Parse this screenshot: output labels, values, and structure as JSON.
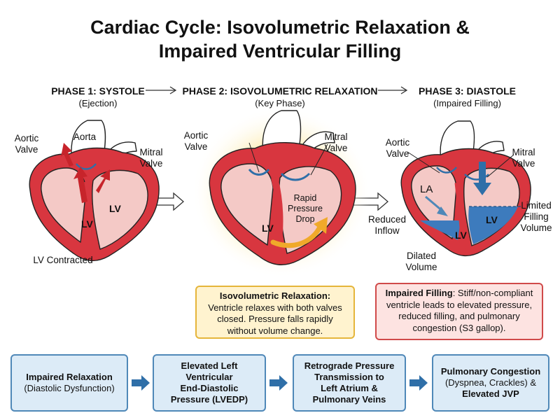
{
  "title": {
    "line1": "Cardiac Cycle: Isovolumetric Relaxation &",
    "line2": "Impaired Ventricular Filling"
  },
  "phases": [
    {
      "heading": "PHASE 1: SYSTOLE",
      "sub": "(Ejection)"
    },
    {
      "heading": "PHASE 2: ISOVOLUMETRIC RELAXATION",
      "sub": "(Key Phase)"
    },
    {
      "heading": "PHASE 3: DIASTOLE",
      "sub": "(Impaired Filling)"
    }
  ],
  "phase1": {
    "aortic_valve": [
      "Aortic",
      "Valve"
    ],
    "aorta": "Aorta",
    "mitral_valve": [
      "Mitral",
      "Valve"
    ],
    "lv_small": "LV",
    "lv_main": "LV",
    "caption": "LV Contracted"
  },
  "phase2": {
    "aortic_valve": [
      "Aortic",
      "Valve"
    ],
    "mitral_valve": [
      "Mitral",
      "Valve"
    ],
    "pressure_drop": [
      "Rapid",
      "Pressure",
      "Drop"
    ],
    "lv": "LV"
  },
  "phase3": {
    "aortic_valve": [
      "Aortic",
      "Valve"
    ],
    "mitral_valve": [
      "Mitral",
      "Valve"
    ],
    "la": "LA",
    "lv_inner": "LV",
    "lv_lower": "LV",
    "reduced_inflow": [
      "Reduced",
      "Inflow"
    ],
    "limited_filling": [
      "Limited",
      "Filling",
      "Volume"
    ],
    "dilated_volume": [
      "Dilated",
      "Volume"
    ]
  },
  "info_boxes": {
    "relaxation": {
      "title": "Isovolumetric Relaxation:",
      "body": [
        "Ventricle relaxes with both valves",
        "closed. Pressure falls rapidly",
        "without volume change."
      ]
    },
    "impaired": {
      "title": "Impaired Filling",
      "lead": ": Stiff/non-compliant",
      "body": [
        "ventricle leads to elevated pressure,",
        "reduced filling, and pulmonary",
        "congestion (S3 gallop)."
      ]
    }
  },
  "flow": [
    {
      "lines": [
        {
          "t": "Impaired Relaxation",
          "b": true
        },
        {
          "t": "(Diastolic Dysfunction)",
          "b": false
        }
      ]
    },
    {
      "lines": [
        {
          "t": "Elevated Left",
          "b": true
        },
        {
          "t": "Ventricular",
          "b": true
        },
        {
          "t": "End-Diastolic",
          "b": true
        },
        {
          "t": "Pressure (LVEDP)",
          "b": true
        }
      ]
    },
    {
      "lines": [
        {
          "t": "Retrograde Pressure",
          "b": true
        },
        {
          "t": "Transmission to",
          "b": true
        },
        {
          "t": "Left Atrium &",
          "b": true
        },
        {
          "t": "Pulmonary Veins",
          "b": true
        }
      ]
    },
    {
      "lines": [
        {
          "t": "Pulmonary Congestion",
          "b": true
        },
        {
          "t": "(Dyspnea, Crackles) &",
          "b": false
        },
        {
          "t": "Elevated JVP",
          "b": true
        }
      ]
    }
  ],
  "colors": {
    "myocardium": "#d8363f",
    "myocardium_light": "#f4c9c6",
    "valve_blue": "#2f6fa8",
    "blood_blue": "#3d7bbd",
    "glow": "#fde7a0",
    "arrow_orange": "#f0a92a",
    "flow_fill": "#dcebf7",
    "flow_border": "#4f88b8"
  }
}
